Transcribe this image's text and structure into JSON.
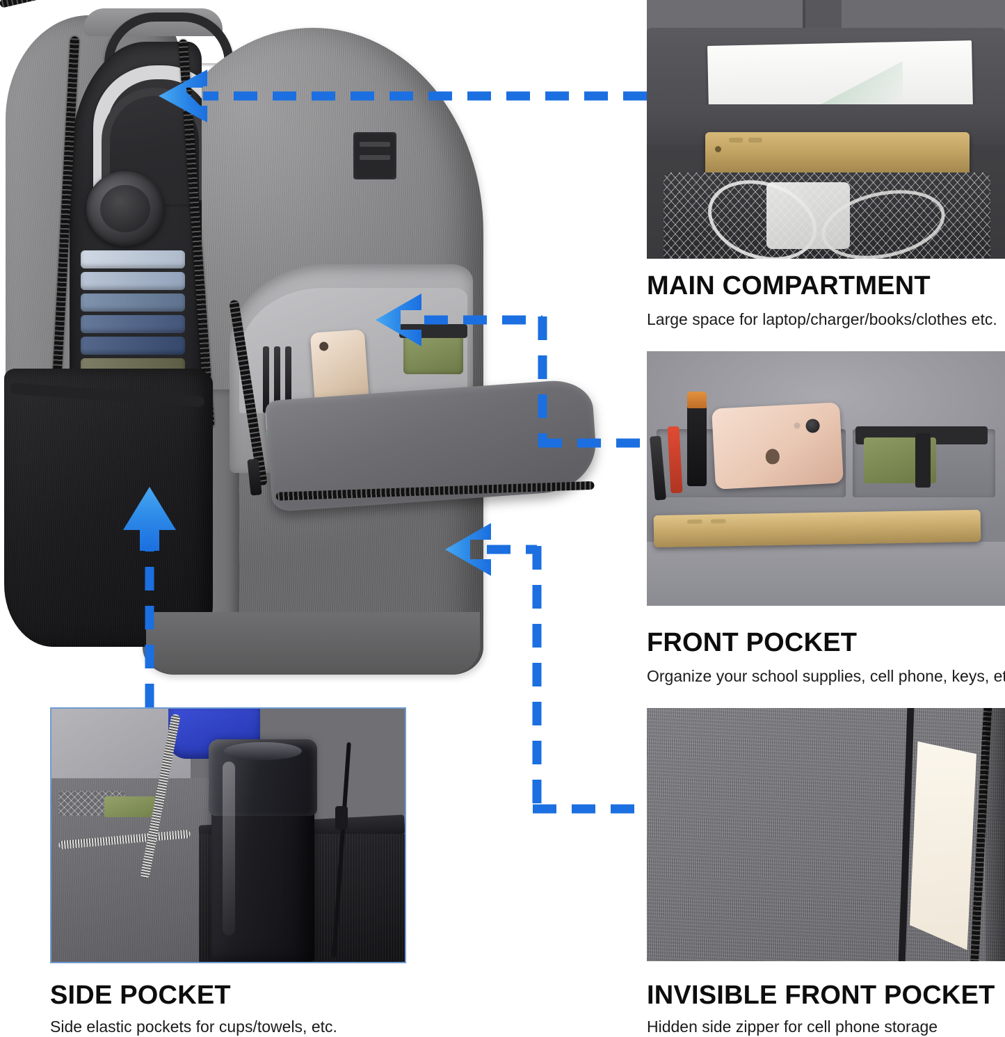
{
  "theme": {
    "accent_blue": "#1B6FE0",
    "arrow_light_blue": "#3FA0F0",
    "photo_border_blue": "#6E9BD0",
    "text_color": "#0D0D0D",
    "background": "#FFFFFF"
  },
  "product": {
    "name": "Laptop Backpack",
    "hero_alt": "Gray heathered laptop backpack shown open with headphones and folded clothes in the main compartment and a front organizer pocket"
  },
  "features": [
    {
      "id": "main-compartment",
      "title": "MAIN COMPARTMENT",
      "description": "Large space for laptop/charger/books/clothes etc.",
      "photo_alt": "Main compartment holding papers, a gold tablet and a mesh pocket with charger and cables"
    },
    {
      "id": "front-pocket",
      "title": "FRONT POCKET",
      "description": "Organize your school supplies, cell phone, keys, etc.",
      "photo_alt": "Front organizer pocket with pens, a red marker, a rose gold phone, a green pouch and a gold tablet"
    },
    {
      "id": "side-pocket",
      "title": "SIDE POCKET",
      "description": "Side elastic pockets for cups/towels, etc.",
      "photo_alt": "Side elastic pocket holding a black insulated water bottle and a blue towel"
    },
    {
      "id": "invisible-front-pocket",
      "title": "INVISIBLE FRONT POCKET",
      "description": "Hidden side zipper for cell phone storage",
      "photo_alt": "Heathered gray fabric with a hidden side zipper and a cream card sliding out"
    }
  ],
  "connectors": [
    {
      "id": "connector-main-compartment",
      "from": "backpack-top-compartment",
      "to": "main-compartment-photo",
      "style": "dashed",
      "arrow_direction": "left"
    },
    {
      "id": "connector-front-pocket",
      "from": "backpack-front-pocket",
      "to": "front-pocket-photo",
      "style": "dashed-elbow",
      "arrow_direction": "left"
    },
    {
      "id": "connector-invisible-front-pocket",
      "from": "backpack-lower-front",
      "to": "invisible-front-pocket-photo",
      "style": "dashed-elbow",
      "arrow_direction": "left"
    },
    {
      "id": "connector-side-pocket",
      "from": "side-pocket-photo",
      "to": "backpack-side-pocket",
      "style": "dashed",
      "arrow_direction": "up"
    }
  ]
}
